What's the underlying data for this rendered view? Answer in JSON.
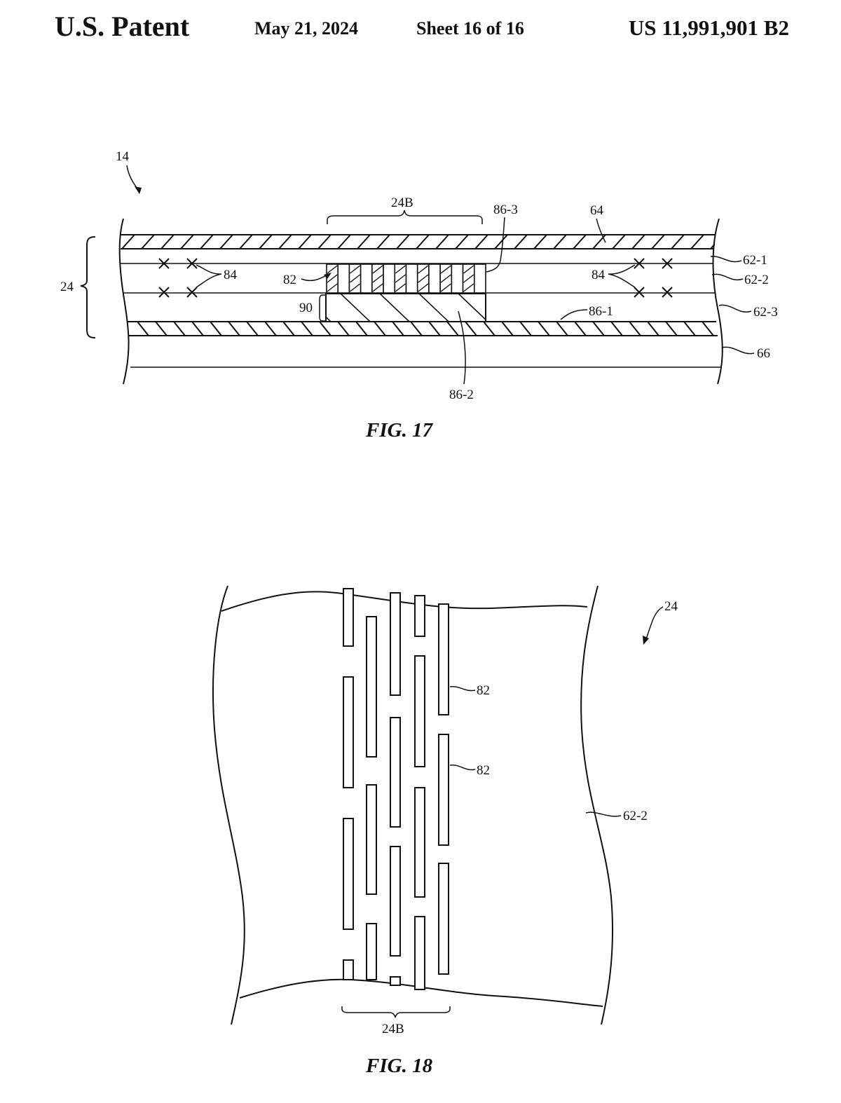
{
  "header": {
    "publisher": "U.S. Patent",
    "date": "May 21, 2024",
    "sheet": "Sheet 16 of 16",
    "patent_number": "US 11,991,901 B2"
  },
  "fig17": {
    "caption": "FIG. 17",
    "labels": {
      "device": "14",
      "display": "24",
      "region": "24B",
      "electrode_top": "86-3",
      "cover": "64",
      "layer_1": "62-1",
      "layer_2": "62-2",
      "layer_3": "62-3",
      "substrate": "66",
      "pixels_left": "84",
      "pixels_right": "84",
      "slots": "82",
      "gap": "90",
      "electrode_bottom": "86-1",
      "electrode_mid": "86-2"
    }
  },
  "fig18": {
    "caption": "FIG. 18",
    "labels": {
      "display": "24",
      "slot_a": "82",
      "slot_b": "82",
      "layer": "62-2",
      "region": "24B"
    }
  }
}
